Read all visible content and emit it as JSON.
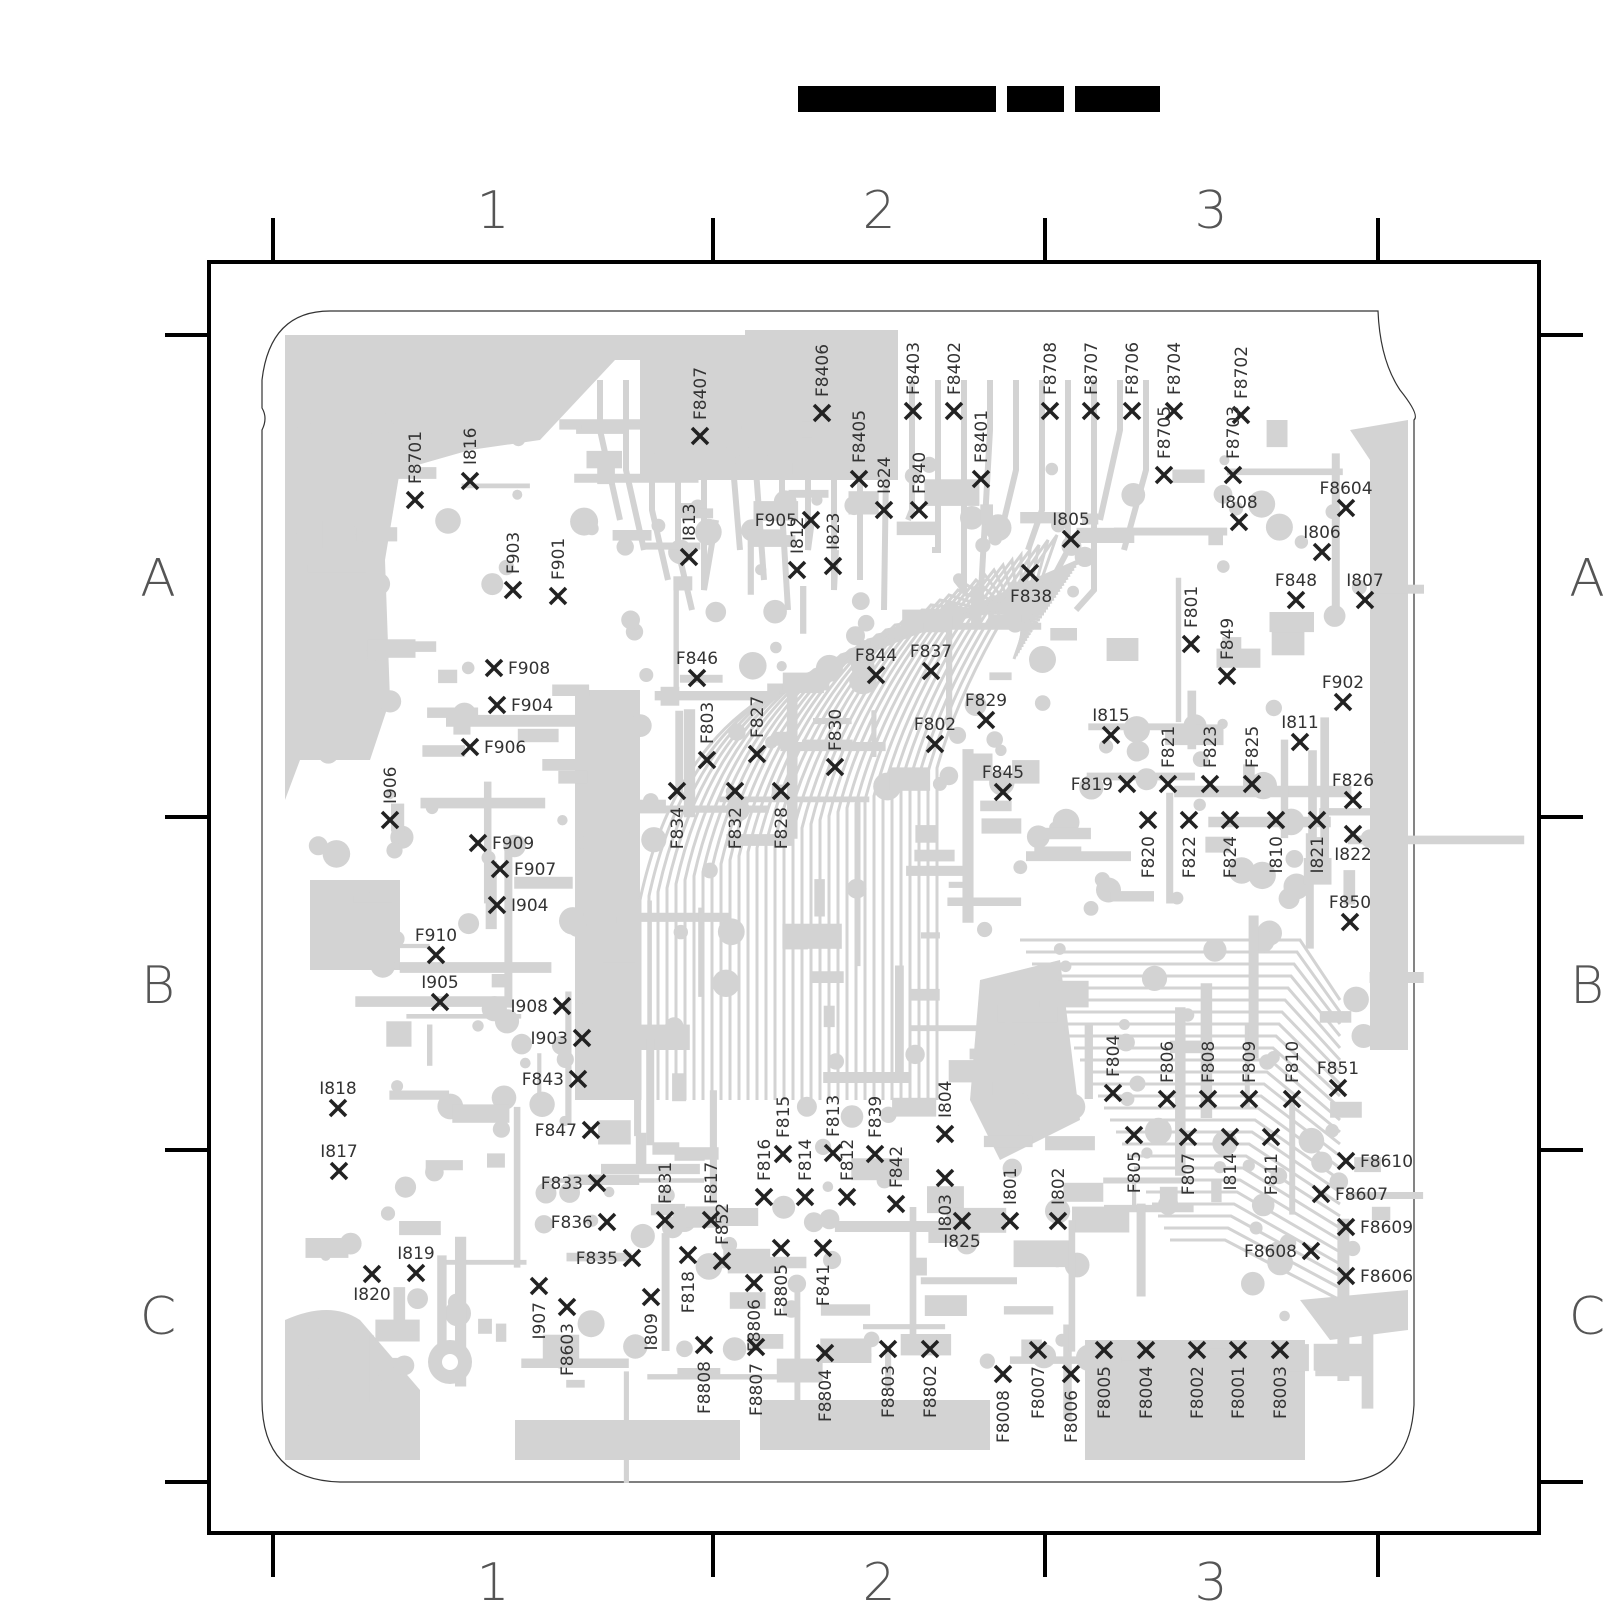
{
  "header_bar_segments": 3,
  "grid": {
    "columns": [
      "1",
      "2",
      "3"
    ],
    "rows": [
      "A",
      "B",
      "C"
    ]
  },
  "test_points": [
    {
      "label": "F8701",
      "rot": -90
    },
    {
      "label": "I816",
      "rot": -90
    },
    {
      "label": "F903",
      "rot": -90
    },
    {
      "label": "F901",
      "rot": -90
    },
    {
      "label": "F8407",
      "rot": -90
    },
    {
      "label": "I813",
      "rot": -90
    },
    {
      "label": "F8406",
      "rot": -90
    },
    {
      "label": "F905",
      "rot": 0
    },
    {
      "label": "F8405",
      "rot": -90
    },
    {
      "label": "I824",
      "rot": -90
    },
    {
      "label": "F840",
      "rot": -90
    },
    {
      "label": "F8403",
      "rot": -90
    },
    {
      "label": "F8402",
      "rot": -90
    },
    {
      "label": "F8401",
      "rot": -90
    },
    {
      "label": "I812",
      "rot": -90
    },
    {
      "label": "I823",
      "rot": -90
    },
    {
      "label": "F8708",
      "rot": -90
    },
    {
      "label": "F8707",
      "rot": -90
    },
    {
      "label": "F8706",
      "rot": -90
    },
    {
      "label": "F8704",
      "rot": -90
    },
    {
      "label": "F8702",
      "rot": -90
    },
    {
      "label": "F8705",
      "rot": -90
    },
    {
      "label": "F8703",
      "rot": -90
    },
    {
      "label": "F8604",
      "rot": 0
    },
    {
      "label": "I805",
      "rot": 0
    },
    {
      "label": "I806",
      "rot": 0
    },
    {
      "label": "I808",
      "rot": 0
    },
    {
      "label": "F848",
      "rot": 0
    },
    {
      "label": "I807",
      "rot": 0
    },
    {
      "label": "F838",
      "rot": 0
    },
    {
      "label": "F801",
      "rot": -90
    },
    {
      "label": "F849",
      "rot": -90
    },
    {
      "label": "F908",
      "rot": 0
    },
    {
      "label": "F904",
      "rot": 0
    },
    {
      "label": "F906",
      "rot": 0
    },
    {
      "label": "F846",
      "rot": 0
    },
    {
      "label": "F803",
      "rot": -90
    },
    {
      "label": "F827",
      "rot": -90
    },
    {
      "label": "F844",
      "rot": 0
    },
    {
      "label": "F837",
      "rot": 0
    },
    {
      "label": "F830",
      "rot": -90
    },
    {
      "label": "F829",
      "rot": 0
    },
    {
      "label": "F802",
      "rot": 0
    },
    {
      "label": "I815",
      "rot": 0
    },
    {
      "label": "F902",
      "rot": 0
    },
    {
      "label": "I811",
      "rot": 0
    },
    {
      "label": "F845",
      "rot": 0
    },
    {
      "label": "F819",
      "rot": 0
    },
    {
      "label": "F821",
      "rot": -90
    },
    {
      "label": "F823",
      "rot": -90
    },
    {
      "label": "F825",
      "rot": -90
    },
    {
      "label": "F826",
      "rot": 0
    },
    {
      "label": "I906",
      "rot": -90
    },
    {
      "label": "F834",
      "rot": -90
    },
    {
      "label": "F832",
      "rot": -90
    },
    {
      "label": "F828",
      "rot": -90
    },
    {
      "label": "F820",
      "rot": -90
    },
    {
      "label": "F822",
      "rot": -90
    },
    {
      "label": "F824",
      "rot": -90
    },
    {
      "label": "I810",
      "rot": -90
    },
    {
      "label": "I821",
      "rot": -90
    },
    {
      "label": "I822",
      "rot": 0
    },
    {
      "label": "F909",
      "rot": 0
    },
    {
      "label": "F907",
      "rot": 0
    },
    {
      "label": "I904",
      "rot": 0
    },
    {
      "label": "F850",
      "rot": 0
    },
    {
      "label": "F910",
      "rot": 0
    },
    {
      "label": "I905",
      "rot": 0
    },
    {
      "label": "I908",
      "rot": 0
    },
    {
      "label": "I903",
      "rot": 0
    },
    {
      "label": "F843",
      "rot": 0
    },
    {
      "label": "I818",
      "rot": 0
    },
    {
      "label": "F804",
      "rot": -90
    },
    {
      "label": "F806",
      "rot": -90
    },
    {
      "label": "F808",
      "rot": -90
    },
    {
      "label": "F809",
      "rot": -90
    },
    {
      "label": "F810",
      "rot": -90
    },
    {
      "label": "F851",
      "rot": 0
    },
    {
      "label": "F847",
      "rot": 0
    },
    {
      "label": "I817",
      "rot": 0
    },
    {
      "label": "F815",
      "rot": -90
    },
    {
      "label": "F813",
      "rot": -90
    },
    {
      "label": "F839",
      "rot": -90
    },
    {
      "label": "I804",
      "rot": -90
    },
    {
      "label": "F805",
      "rot": -90
    },
    {
      "label": "F807",
      "rot": -90
    },
    {
      "label": "I814",
      "rot": -90
    },
    {
      "label": "F811",
      "rot": -90
    },
    {
      "label": "F8610",
      "rot": 0
    },
    {
      "label": "F816",
      "rot": -90
    },
    {
      "label": "F814",
      "rot": -90
    },
    {
      "label": "F812",
      "rot": -90
    },
    {
      "label": "F842",
      "rot": -90
    },
    {
      "label": "I803",
      "rot": -90
    },
    {
      "label": "I801",
      "rot": -90
    },
    {
      "label": "I802",
      "rot": -90
    },
    {
      "label": "F833",
      "rot": 0
    },
    {
      "label": "F831",
      "rot": -90
    },
    {
      "label": "F817",
      "rot": -90
    },
    {
      "label": "F8607",
      "rot": 0
    },
    {
      "label": "F836",
      "rot": 0
    },
    {
      "label": "I825",
      "rot": 0
    },
    {
      "label": "F8609",
      "rot": 0
    },
    {
      "label": "F8608",
      "rot": 0
    },
    {
      "label": "I819",
      "rot": 0
    },
    {
      "label": "F835",
      "rot": 0
    },
    {
      "label": "F818",
      "rot": -90
    },
    {
      "label": "F852",
      "rot": -90
    },
    {
      "label": "F8806",
      "rot": -90
    },
    {
      "label": "F8805",
      "rot": -90
    },
    {
      "label": "F841",
      "rot": -90
    },
    {
      "label": "F8606",
      "rot": 0
    },
    {
      "label": "I820",
      "rot": 0
    },
    {
      "label": "I907",
      "rot": -90
    },
    {
      "label": "F8603",
      "rot": -90
    },
    {
      "label": "I809",
      "rot": -90
    },
    {
      "label": "F8808",
      "rot": -90
    },
    {
      "label": "F8807",
      "rot": -90
    },
    {
      "label": "F8804",
      "rot": -90
    },
    {
      "label": "F8803",
      "rot": -90
    },
    {
      "label": "F8802",
      "rot": -90
    },
    {
      "label": "F8008",
      "rot": -90
    },
    {
      "label": "F8007",
      "rot": -90
    },
    {
      "label": "F8006",
      "rot": -90
    },
    {
      "label": "F8005",
      "rot": -90
    },
    {
      "label": "F8004",
      "rot": -90
    },
    {
      "label": "F8002",
      "rot": -90
    },
    {
      "label": "F8001",
      "rot": -90
    },
    {
      "label": "F8003",
      "rot": -90
    }
  ]
}
